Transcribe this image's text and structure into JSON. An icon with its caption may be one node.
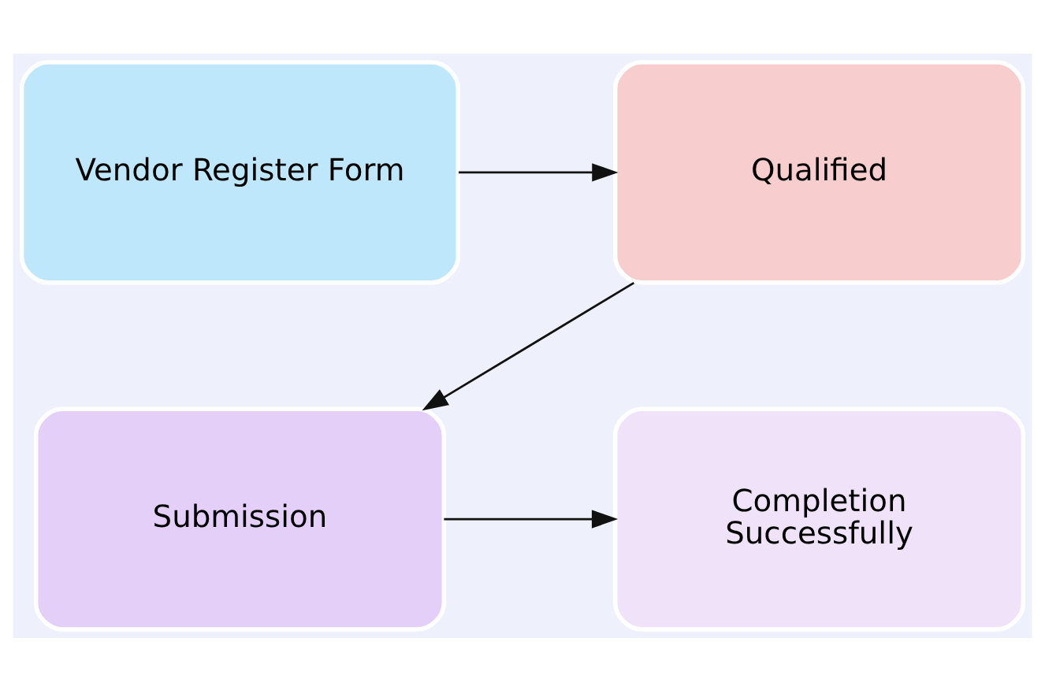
{
  "diagram": {
    "nodes": [
      {
        "text": [
          "Vendor Register Form"
        ]
      },
      {
        "text": [
          "Qualified"
        ]
      },
      {
        "text": [
          "Submission"
        ]
      },
      {
        "text": [
          "Completion",
          "Successfully"
        ]
      }
    ],
    "edges": [
      {
        "from": 0,
        "to": 1,
        "arrow": "to"
      },
      {
        "from": 1,
        "to": 2,
        "arrow": "to"
      },
      {
        "from": 2,
        "to": 3,
        "arrow": "to"
      }
    ]
  }
}
